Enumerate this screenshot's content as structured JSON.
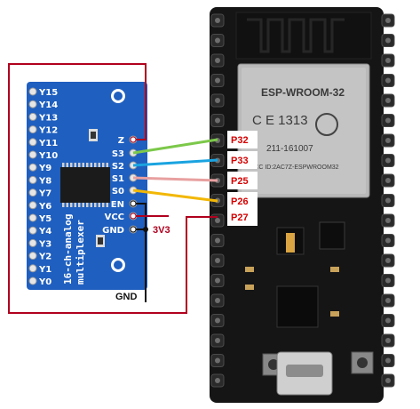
{
  "mux": {
    "left_pins": [
      "Y15",
      "Y14",
      "Y13",
      "Y12",
      "Y11",
      "Y10",
      "Y9",
      "Y8",
      "Y7",
      "Y6",
      "Y5",
      "Y4",
      "Y3",
      "Y2",
      "Y1",
      "Y0"
    ],
    "right_pins": [
      "Z",
      "S3",
      "S2",
      "S1",
      "S0",
      "EN",
      "VCC",
      "GND"
    ],
    "board_text_line1": "16-ch-analog",
    "board_text_line2": "multiplexer"
  },
  "esp": {
    "module_brand": "ESP-WROOM-32",
    "module_code": "C E 1313",
    "module_id": "211-161007",
    "module_serial": "FCC ID:2AC7Z-ESPWROOM32",
    "pin_labels": [
      "P32",
      "P33",
      "P25",
      "P26",
      "P27"
    ]
  },
  "labels": {
    "vcc_supply": "3V3",
    "ground": "GND"
  },
  "colors": {
    "board_blue": "#1f5fbf",
    "wire_red": "#b0001e",
    "wire_green": "#7cc84a",
    "wire_blue": "#1aa3e0",
    "wire_pink": "#e8a0a0",
    "wire_yellow": "#f2b705",
    "esp_board": "#1a1a1a",
    "esp_shield": "#b5b5b5"
  }
}
